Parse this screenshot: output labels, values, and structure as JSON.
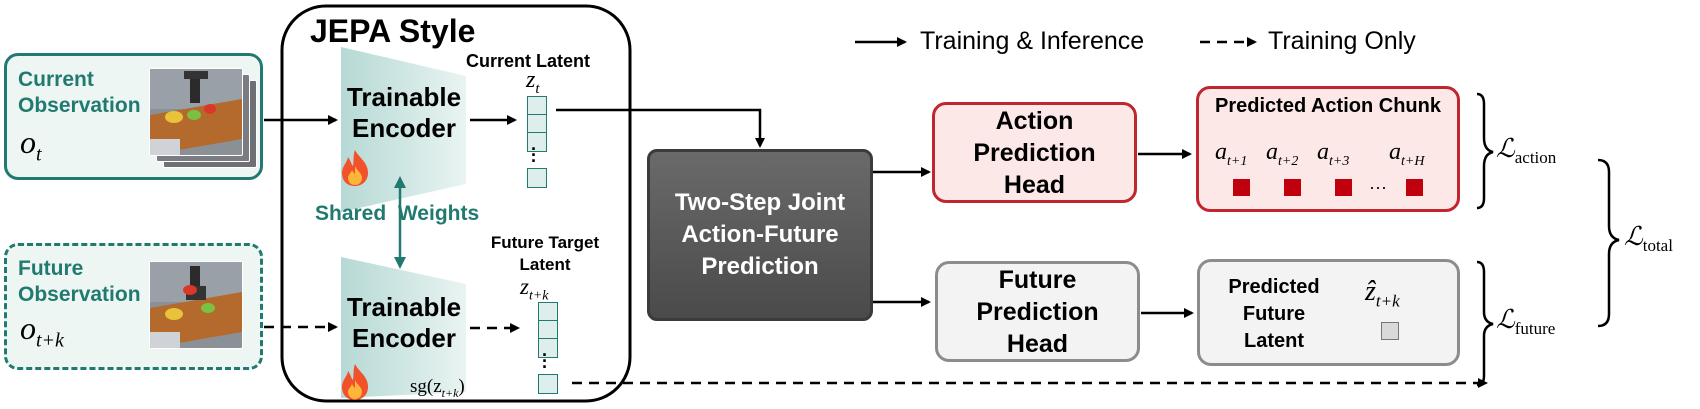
{
  "legend": {
    "solid_label": "Training & Inference",
    "dashed_label": "Training Only"
  },
  "jepa": {
    "title": "JEPA Style"
  },
  "current_observation": {
    "label_line1": "Current",
    "label_line2": "Observation",
    "symbol_base": "o",
    "symbol_sub": "t"
  },
  "future_observation": {
    "label_line1": "Future",
    "label_line2": "Observation",
    "symbol_base": "o",
    "symbol_sub": "t+k"
  },
  "encoder_top": {
    "line1": "Trainable",
    "line2": "Encoder"
  },
  "encoder_bottom": {
    "line1": "Trainable",
    "line2": "Encoder"
  },
  "shared_weights": "Shared  Weights",
  "current_latent": {
    "label": "Current Latent",
    "symbol_base": "z",
    "symbol_sub": "t"
  },
  "future_latent": {
    "label_line1": "Future Target",
    "label_line2": "Latent",
    "symbol_base": "z",
    "symbol_sub": "t+k",
    "stopgrad": "sg(z",
    "stopgrad_sub": "t+k",
    "stopgrad_close": ")"
  },
  "joint_block": {
    "line1": "Two-Step Joint",
    "line2": "Action-Future",
    "line3": "Prediction"
  },
  "action_head": {
    "line1": "Action",
    "line2": "Prediction",
    "line3": "Head"
  },
  "future_head": {
    "line1": "Future",
    "line2": "Prediction",
    "line3": "Head"
  },
  "action_chunk": {
    "title": "Predicted Action Chunk",
    "actions": [
      {
        "base": "a",
        "sub": "t+1"
      },
      {
        "base": "a",
        "sub": "t+2"
      },
      {
        "base": "a",
        "sub": "t+3"
      },
      {
        "base": "a",
        "sub": "t+H"
      }
    ],
    "ellipsis": "···"
  },
  "future_latent_pred": {
    "line1": "Predicted",
    "line2": "Future",
    "line3": "Latent",
    "symbol_base": "ẑ",
    "symbol_sub": "t+k"
  },
  "losses": {
    "action": {
      "base": "ℒ",
      "sub": "action"
    },
    "future": {
      "base": "ℒ",
      "sub": "future"
    },
    "total": {
      "base": "ℒ",
      "sub": "total"
    }
  },
  "colors": {
    "teal": "#217a70",
    "red": "#c0262d",
    "grey": "#8c8c8c",
    "dark_block": "#5f5f5f"
  },
  "icons": [
    "fire-icon",
    "robot-scene-photo"
  ]
}
